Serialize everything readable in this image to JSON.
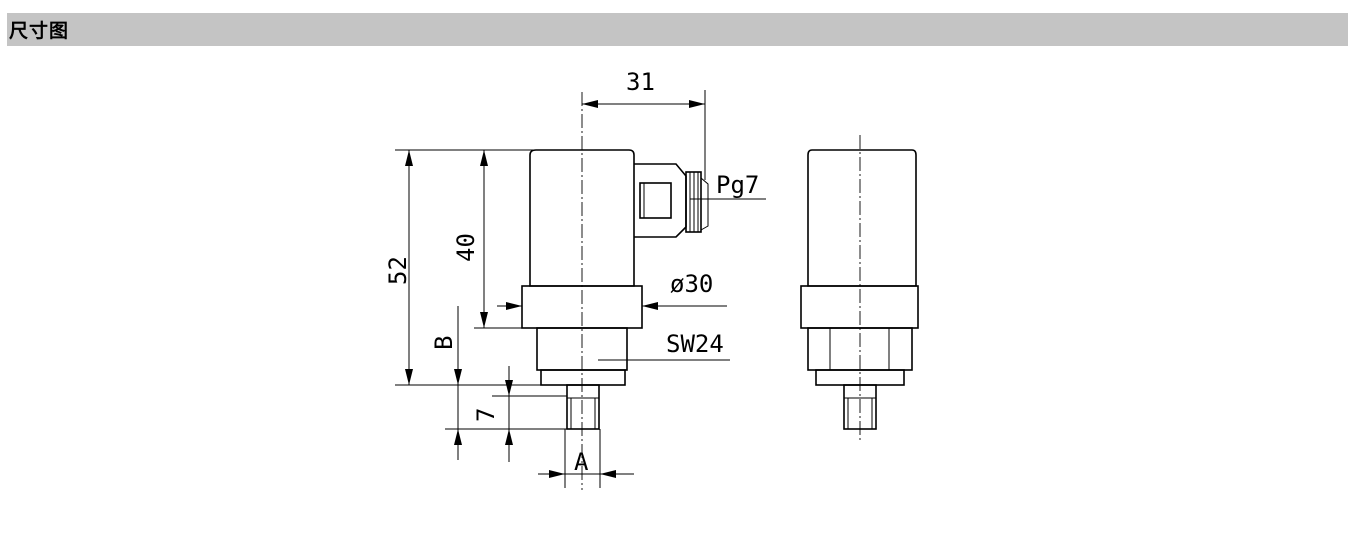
{
  "header": {
    "title": "尺寸图"
  },
  "dimensions": {
    "width_connector": "31",
    "thread_pg": "Pg7",
    "height_body": "40",
    "height_total": "52",
    "diameter": "ø30",
    "wrench_size": "SW24",
    "dim_b": "B",
    "thread_length": "7",
    "thread_a": "A"
  }
}
